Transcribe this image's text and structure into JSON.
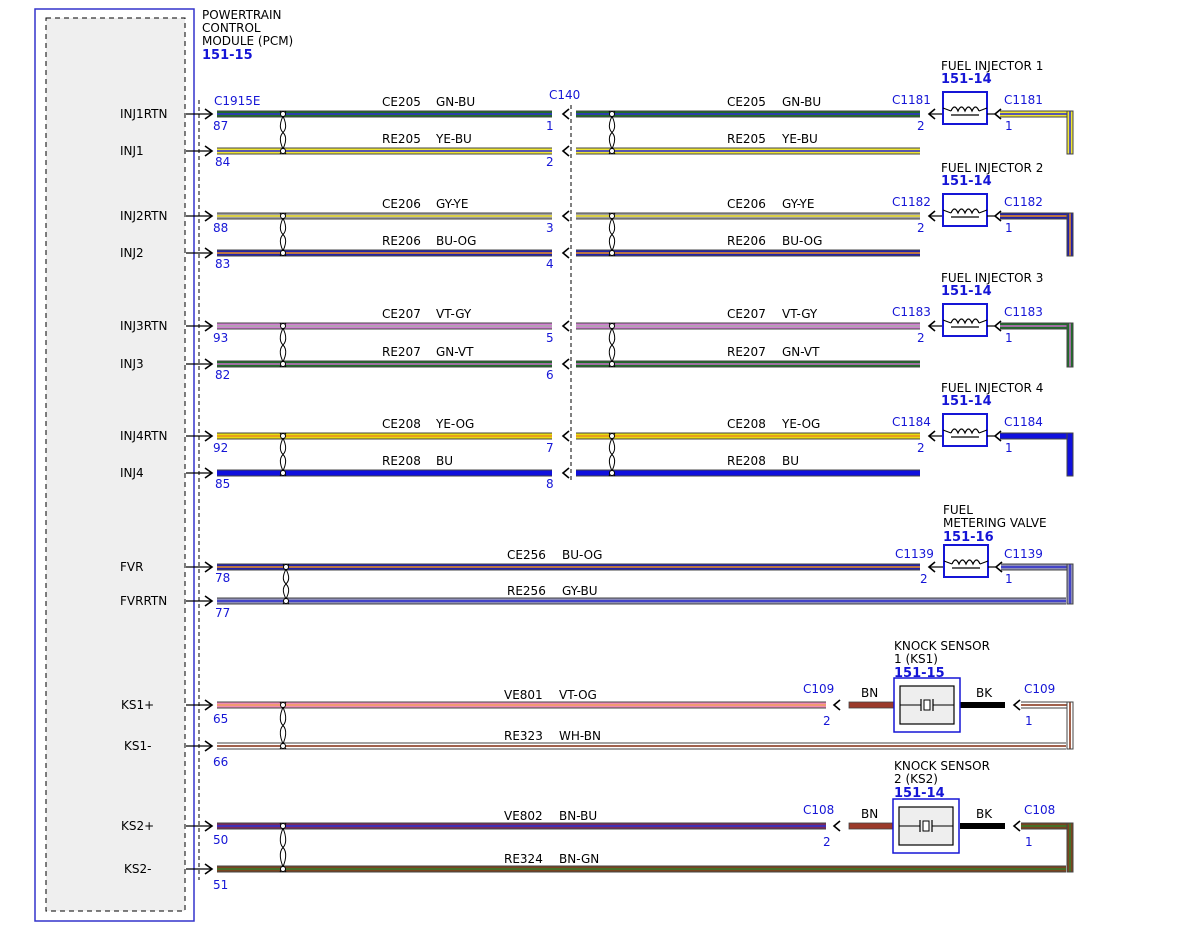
{
  "pcm": {
    "title_lines": [
      "POWERTRAIN",
      "CONTROL",
      "MODULE (PCM)"
    ],
    "ref": "151-15",
    "connector": "C1915E"
  },
  "inline_connector": "C140",
  "injector_pairs": [
    {
      "name_lines": [
        "FUEL INJECTOR 1"
      ],
      "ref": "151-14",
      "conn_left": "C1181",
      "conn_right": "C1181",
      "top": {
        "pin_label": "INJ1RTN",
        "pcm_pin": "87",
        "c140_pin": "1",
        "circuit": "CE205",
        "color": "GN-BU",
        "dev_pin": "2",
        "fill": "#1f6e2a",
        "stripe": "#3333cc"
      },
      "bottom": {
        "pin_label": "INJ1",
        "pcm_pin": "84",
        "c140_pin": "2",
        "circuit": "RE205",
        "color": "YE-BU",
        "dev_pin": "1",
        "fill": "#efe633",
        "stripe": "#3333cc"
      }
    },
    {
      "name_lines": [
        "FUEL INJECTOR 2"
      ],
      "ref": "151-14",
      "conn_left": "C1182",
      "conn_right": "C1182",
      "top": {
        "pin_label": "INJ2RTN",
        "pcm_pin": "88",
        "c140_pin": "3",
        "circuit": "CE206",
        "color": "GY-YE",
        "dev_pin": "2",
        "fill": "#a0a0a0",
        "stripe": "#e8dd33"
      },
      "bottom": {
        "pin_label": "INJ2",
        "pcm_pin": "83",
        "c140_pin": "4",
        "circuit": "RE206",
        "color": "BU-OG",
        "dev_pin": "1",
        "fill": "#2222aa",
        "stripe": "#e08a2a"
      }
    },
    {
      "name_lines": [
        "FUEL INJECTOR 3"
      ],
      "ref": "151-14",
      "conn_left": "C1183",
      "conn_right": "C1183",
      "top": {
        "pin_label": "INJ3RTN",
        "pcm_pin": "93",
        "c140_pin": "5",
        "circuit": "CE207",
        "color": "VT-GY",
        "dev_pin": "2",
        "fill": "#d27fd2",
        "stripe": "#aaaaaa"
      },
      "bottom": {
        "pin_label": "INJ3",
        "pcm_pin": "82",
        "c140_pin": "6",
        "circuit": "RE207",
        "color": "GN-VT",
        "dev_pin": "1",
        "fill": "#1f6e2a",
        "stripe": "#c070c0"
      }
    },
    {
      "name_lines": [
        "FUEL INJECTOR 4"
      ],
      "ref": "151-14",
      "conn_left": "C1184",
      "conn_right": "C1184",
      "top": {
        "pin_label": "INJ4RTN",
        "pcm_pin": "92",
        "c140_pin": "7",
        "circuit": "CE208",
        "color": "YE-OG",
        "dev_pin": "2",
        "fill": "#e8dc10",
        "stripe": "#e89020"
      },
      "bottom": {
        "pin_label": "INJ4",
        "pcm_pin": "85",
        "c140_pin": "8",
        "circuit": "RE208",
        "color": "BU",
        "dev_pin": "1",
        "fill": "#1010dd",
        "stripe": ""
      }
    }
  ],
  "metering_valve": {
    "name_lines": [
      "FUEL",
      "METERING VALVE"
    ],
    "ref": "151-16",
    "conn_left": "C1139",
    "conn_right": "C1139",
    "top": {
      "pin_label": "FVR",
      "pcm_pin": "78",
      "circuit": "CE256",
      "color": "BU-OG",
      "dev_pin": "2",
      "fill": "#2222aa",
      "stripe": "#e08a2a"
    },
    "bottom": {
      "pin_label": "FVRRTN",
      "pcm_pin": "77",
      "circuit": "RE256",
      "color": "GY-BU",
      "dev_pin": "1",
      "fill": "#8d8db8",
      "stripe": "#3333cc"
    }
  },
  "knock_sensors": [
    {
      "name_lines": [
        "KNOCK SENSOR",
        "1 (KS1)"
      ],
      "ref": "151-15",
      "conn_left": "C109",
      "conn_right": "C109",
      "lead_left": "BN",
      "lead_right": "BK",
      "top": {
        "pin_label": "KS1+",
        "pcm_pin": "65",
        "circuit": "VE801",
        "color": "VT-OG",
        "dev_pin": "2",
        "fill": "#f08ab4",
        "stripe": "#f0a060"
      },
      "bottom": {
        "pin_label": "KS1-",
        "pcm_pin": "66",
        "circuit": "RE323",
        "color": "WH-BN",
        "dev_pin": "1",
        "fill": "#ffffff",
        "stripe": "#8a3a20"
      }
    },
    {
      "name_lines": [
        "KNOCK SENSOR",
        "2 (KS2)"
      ],
      "ref": "151-14",
      "conn_left": "C108",
      "conn_right": "C108",
      "lead_left": "BN",
      "lead_right": "BK",
      "top": {
        "pin_label": "KS2+",
        "pcm_pin": "50",
        "circuit": "VE802",
        "color": "BN-BU",
        "dev_pin": "2",
        "fill": "#7a2a5e",
        "stripe": "#3333cc"
      },
      "bottom": {
        "pin_label": "KS2-",
        "pcm_pin": "51",
        "circuit": "RE324",
        "color": "BN-GN",
        "dev_pin": "1",
        "fill": "#7a4420",
        "stripe": "#3a7a2a"
      }
    }
  ],
  "colors": {
    "border_blue": "#3333cc",
    "ref_blue": "#1515d6",
    "lead_bn": "#9b3a2a",
    "lead_bk": "#000000"
  }
}
